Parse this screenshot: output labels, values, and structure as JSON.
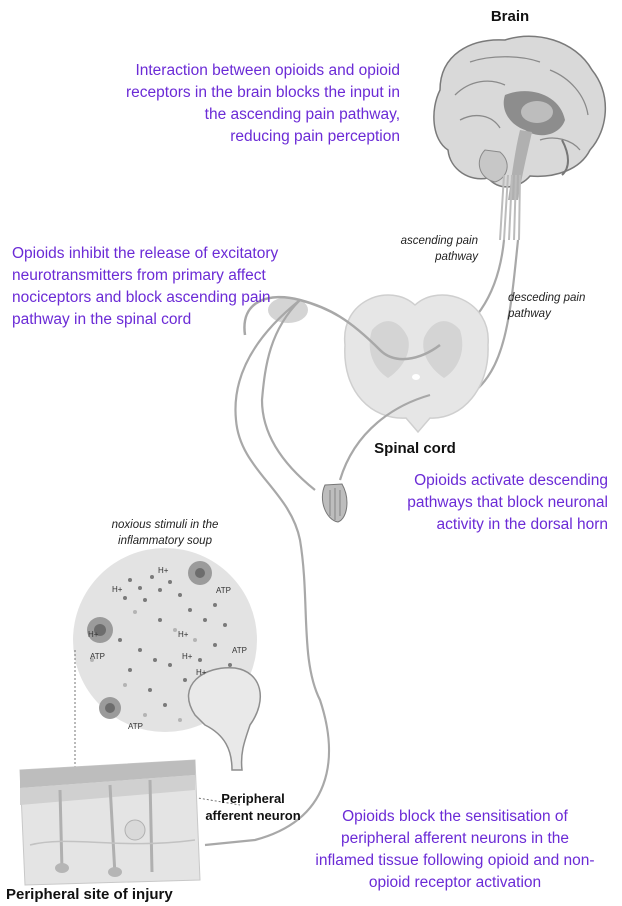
{
  "labels": {
    "brain": "Brain",
    "spinal_cord": "Spinal cord",
    "peripheral_neuron_line1": "Peripheral",
    "peripheral_neuron_line2": "afferent neuron",
    "injury_site": "Peripheral site of injury"
  },
  "pathways": {
    "ascending_line1": "ascending pain",
    "ascending_line2": "pathway",
    "descending_line1": "desceding pain",
    "descending_line2": "pathway",
    "soup_line1": "noxious stimuli in the",
    "soup_line2": "inflammatory soup"
  },
  "annotations": {
    "brain": [
      "Interaction between opioids and opioid",
      "receptors in the brain blocks the input in",
      "the ascending pain pathway,",
      "reducing pain perception"
    ],
    "spinal": [
      "Opioids inhibit the release of excitatory",
      "neurotransmitters from primary affect",
      "nociceptors and block ascending pain",
      "pathway in the spinal cord"
    ],
    "descending": [
      "Opioids activate descending",
      "pathways that block neuronal",
      "activity in the dorsal horn"
    ],
    "peripheral": [
      "Opioids block the sensitisation of",
      "peripheral afferent neurons in the",
      "inflamed tissue following opioid and non-",
      "opioid receptor activation"
    ]
  },
  "soup_markers": {
    "h_plus": "H+",
    "atp": "ATP"
  },
  "colors": {
    "annotation_text": "#6b2bd6",
    "tissue_gray": "#d4d4d4",
    "nerve_gray": "#9a9a9a"
  }
}
